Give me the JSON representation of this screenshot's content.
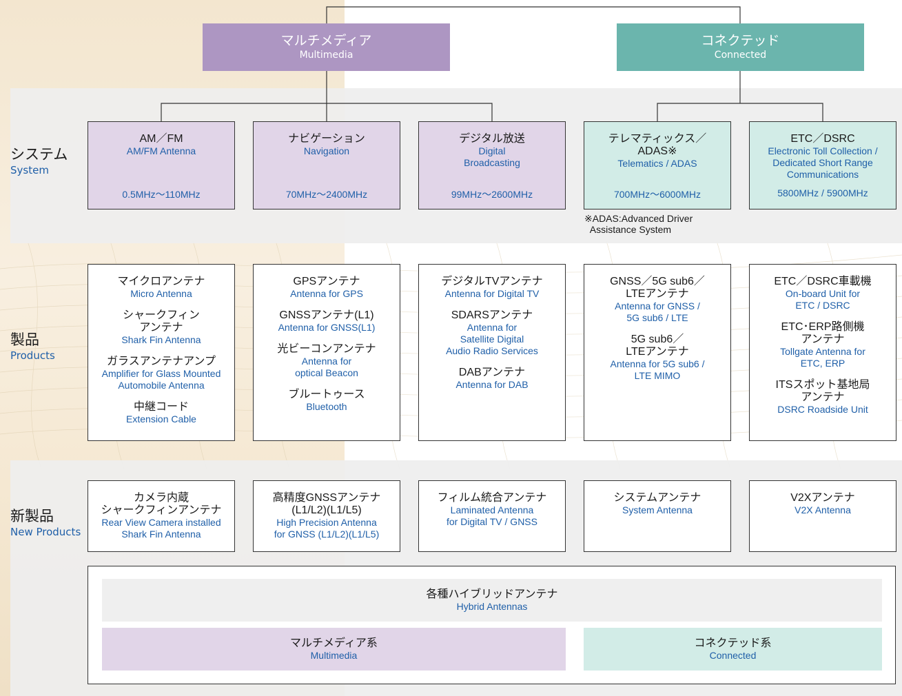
{
  "headers": {
    "multimedia": {
      "jp": "マルチメディア",
      "en": "Multimedia"
    },
    "connected": {
      "jp": "コネクテッド",
      "en": "Connected"
    }
  },
  "row_labels": {
    "system": {
      "jp": "システム",
      "en": "System"
    },
    "products": {
      "jp": "製品",
      "en": "Products"
    },
    "new_products": {
      "jp": "新製品",
      "en": "New Products"
    }
  },
  "systems": [
    {
      "jp": "AM／FM",
      "en": "AM/FM Antenna",
      "freq": "0.5MHz〜110MHz"
    },
    {
      "jp": "ナビゲーション",
      "en": "Navigation",
      "freq": "70MHz〜2400MHz"
    },
    {
      "jp": "デジタル放送",
      "en": "Digital\nBroadcasting",
      "freq": "99MHz〜2600MHz"
    },
    {
      "jp": "テレマティックス／\nADAS※",
      "en": "Telematics / ADAS",
      "freq": "700MHz〜6000MHz"
    },
    {
      "jp": "ETC／DSRC",
      "en": "Electronic Toll Collection /\nDedicated Short Range\nCommunications",
      "freq": "5800MHz / 5900MHz"
    }
  ],
  "footnote": "※ADAS:Advanced Driver\n  Assistance System",
  "products": [
    [
      {
        "jp": "マイクロアンテナ",
        "en": "Micro Antenna"
      },
      {
        "jp": "シャークフィン\nアンテナ",
        "en": "Shark Fin Antenna"
      },
      {
        "jp": "ガラスアンテナアンプ",
        "en": "Amplifier for Glass Mounted\nAutomobile Antenna"
      },
      {
        "jp": "中継コード",
        "en": "Extension Cable"
      }
    ],
    [
      {
        "jp": "GPSアンテナ",
        "en": "Antenna for GPS"
      },
      {
        "jp": "GNSSアンテナ(L1)",
        "en": "Antenna for GNSS(L1)"
      },
      {
        "jp": "光ビーコンアンテナ",
        "en": "Antenna for\noptical Beacon"
      },
      {
        "jp": "ブルートゥース",
        "en": "Bluetooth"
      }
    ],
    [
      {
        "jp": "デジタルTVアンテナ",
        "en": "Antenna for Digital TV"
      },
      {
        "jp": "SDARSアンテナ",
        "en": "Antenna for\nSatellite Digital\nAudio Radio Services"
      },
      {
        "jp": "DABアンテナ",
        "en": "Antenna for DAB"
      }
    ],
    [
      {
        "jp": "GNSS／5G sub6／\nLTEアンテナ",
        "en": "Antenna for GNSS /\n5G sub6 / LTE"
      },
      {
        "jp": "5G sub6／\nLTEアンテナ",
        "en": "Antenna for 5G sub6 /\nLTE MIMO"
      }
    ],
    [
      {
        "jp": "ETC／DSRC車載機",
        "en": "On-board Unit for\nETC / DSRC"
      },
      {
        "jp": "ETC･ERP路側機\nアンテナ",
        "en": "Tollgate Antenna for\nETC, ERP"
      },
      {
        "jp": "ITSスポット基地局\nアンテナ",
        "en": "DSRC Roadside Unit"
      }
    ]
  ],
  "new_products": [
    {
      "jp": "カメラ内蔵\nシャークフィンアンテナ",
      "en": "Rear View Camera installed\nShark Fin Antenna"
    },
    {
      "jp": "高精度GNSSアンテナ\n(L1/L2)(L1/L5)",
      "en": "High Precision Antenna\nfor GNSS (L1/L2)(L1/L5)"
    },
    {
      "jp": "フィルム統合アンテナ",
      "en": "Laminated Antenna\nfor Digital TV / GNSS"
    },
    {
      "jp": "システムアンテナ",
      "en": "System Antenna"
    },
    {
      "jp": "V2Xアンテナ",
      "en": "V2X Antenna"
    }
  ],
  "hybrid": {
    "title": {
      "jp": "各種ハイブリッドアンテナ",
      "en": "Hybrid Antennas"
    },
    "multimedia": {
      "jp": "マルチメディア系",
      "en": "Multimedia"
    },
    "connected": {
      "jp": "コネクテッド系",
      "en": "Connected"
    }
  },
  "colors": {
    "multimedia_header": "#ad96c2",
    "connected_header": "#6bb5ad",
    "multimedia_fill": "#e1d5e8",
    "connected_fill": "#d2ece7",
    "english_text": "#1f5fa8"
  }
}
